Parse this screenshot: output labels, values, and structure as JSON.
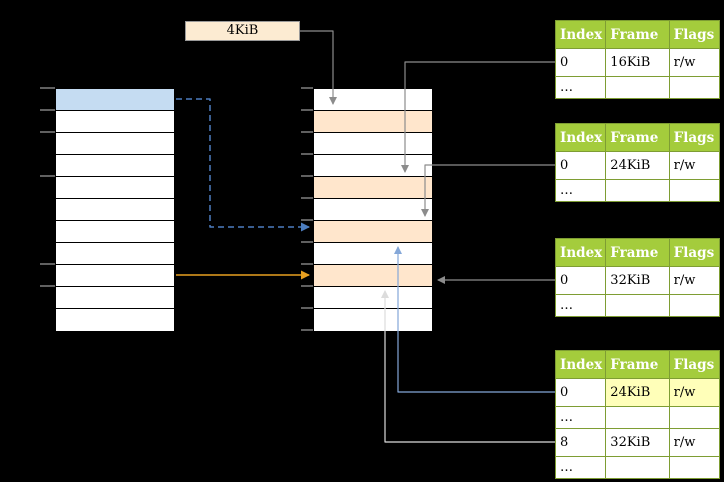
{
  "page_box": {
    "label": "4KiB"
  },
  "left_memory_map": {
    "rows": 11,
    "blue_row_index": 0,
    "orange_row_index": 8
  },
  "middle_memory_map": {
    "rows": 11,
    "peach_row_indices": [
      1,
      4,
      6,
      8
    ]
  },
  "tables": [
    {
      "headers": [
        "Index",
        "Frame",
        "Flags"
      ],
      "rows": [
        [
          "0",
          "16KiB",
          "r/w"
        ],
        [
          "…",
          "",
          ""
        ]
      ]
    },
    {
      "headers": [
        "Index",
        "Frame",
        "Flags"
      ],
      "rows": [
        [
          "0",
          "24KiB",
          "r/w"
        ],
        [
          "…",
          "",
          ""
        ]
      ]
    },
    {
      "headers": [
        "Index",
        "Frame",
        "Flags"
      ],
      "rows": [
        [
          "0",
          "32KiB",
          "r/w"
        ],
        [
          "…",
          "",
          ""
        ]
      ]
    },
    {
      "headers": [
        "Index",
        "Frame",
        "Flags"
      ],
      "rows": [
        [
          "0",
          "24KiB",
          "r/w"
        ],
        [
          "…",
          "",
          ""
        ],
        [
          "8",
          "32KiB",
          "r/w"
        ],
        [
          "…",
          "",
          ""
        ]
      ],
      "highlighted_row": 0,
      "highlighted_cells": [
        "Frame",
        "Flags"
      ]
    }
  ],
  "colors": {
    "background": "#000000",
    "table_header_green": "#A4CC3C",
    "table_border_green": "#7E9D33",
    "highlight_yellow": "#FFFFB9",
    "virtual_page_blue": "#C5DCF2",
    "frame_peach": "#FFE6CC",
    "page_size_box_fill": "#FCEBD2",
    "arrow_gray": "#8C8C8C",
    "arrow_blue_dashed": "#4D7EBF",
    "arrow_orange": "#E8A020",
    "arrow_light_blue": "#84A7D8",
    "arrow_white": "#DCDCDC"
  }
}
